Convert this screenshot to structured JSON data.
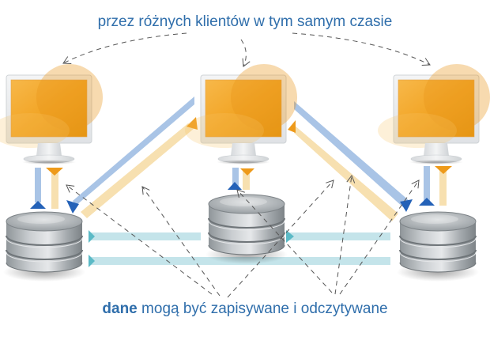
{
  "diagram": {
    "caption_top": "przez różnych klientów w tym samym czasie",
    "caption_bottom_bold": "dane",
    "caption_bottom_rest": " mogą być zapisywane i odczytywane",
    "nodes": {
      "clients": [
        {
          "id": "client-left",
          "icon": "monitor-icon"
        },
        {
          "id": "client-center",
          "icon": "monitor-icon"
        },
        {
          "id": "client-right",
          "icon": "monitor-icon"
        }
      ],
      "databases": [
        {
          "id": "database-left",
          "icon": "database-icon"
        },
        {
          "id": "database-center",
          "icon": "database-icon"
        },
        {
          "id": "database-right",
          "icon": "database-icon"
        }
      ]
    },
    "colors": {
      "caption": "#2f6eab",
      "write_arrow": "#a9c4e6",
      "write_head": "#2462b8",
      "read_arrow": "#f7e0b0",
      "read_head": "#ee9a1a",
      "replication_arrow": "#c4e4ea",
      "replication_head": "#5bbac6",
      "screen": "#f2a526",
      "dashed": "#555555"
    }
  }
}
